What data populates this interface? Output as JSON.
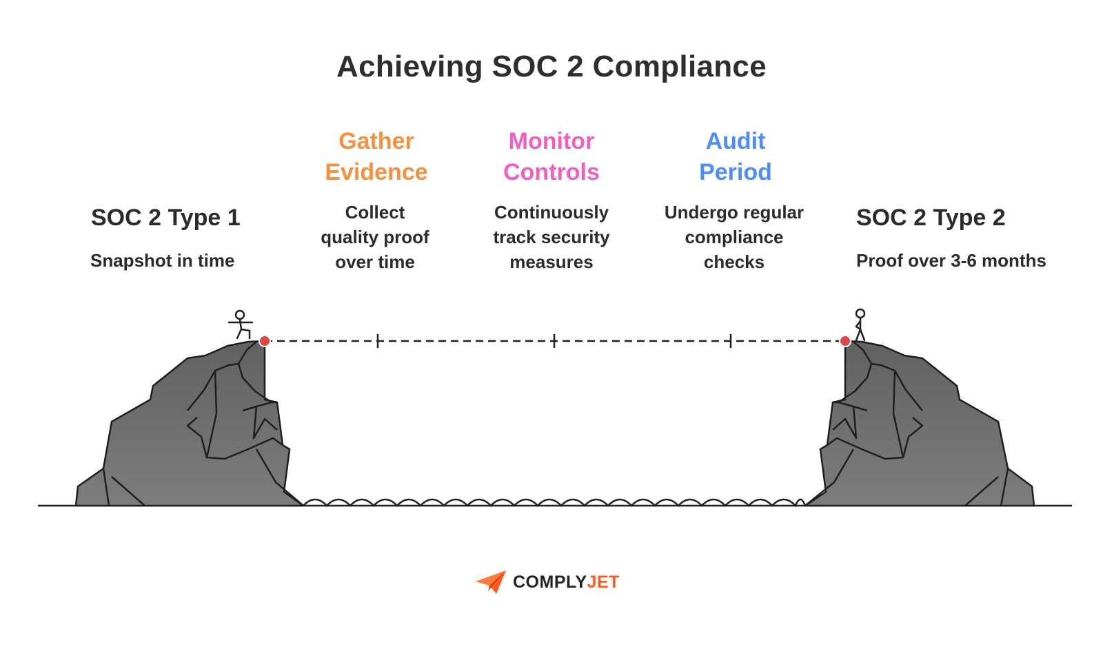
{
  "title": "Achieving SOC 2 Compliance",
  "start": {
    "title": "SOC 2 Type 1",
    "description": "Snapshot in time"
  },
  "end": {
    "title": "SOC 2 Type 2",
    "description": "Proof over 3-6 months"
  },
  "steps": [
    {
      "title_line1": "Gather",
      "title_line2": "Evidence",
      "desc_line1": "Collect",
      "desc_line2": "quality proof",
      "desc_line3": "over time",
      "color": "#f5913e"
    },
    {
      "title_line1": "Monitor",
      "title_line2": "Controls",
      "desc_line1": "Continuously",
      "desc_line2": "track security",
      "desc_line3": "measures",
      "color": "#ef5fbe"
    },
    {
      "title_line1": "Audit",
      "title_line2": "Period",
      "desc_line1": "Undergo regular",
      "desc_line2": "compliance",
      "desc_line3": "checks",
      "color": "#4c8ef4"
    }
  ],
  "colors": {
    "rock": "#6d6d6d",
    "line": "#1f1f1f",
    "endpoint": "#e04848",
    "brand": "#ff5a1f"
  },
  "logo": {
    "part1": "COMPLY",
    "part2": "JET",
    "icon": "paper-plane-icon"
  }
}
